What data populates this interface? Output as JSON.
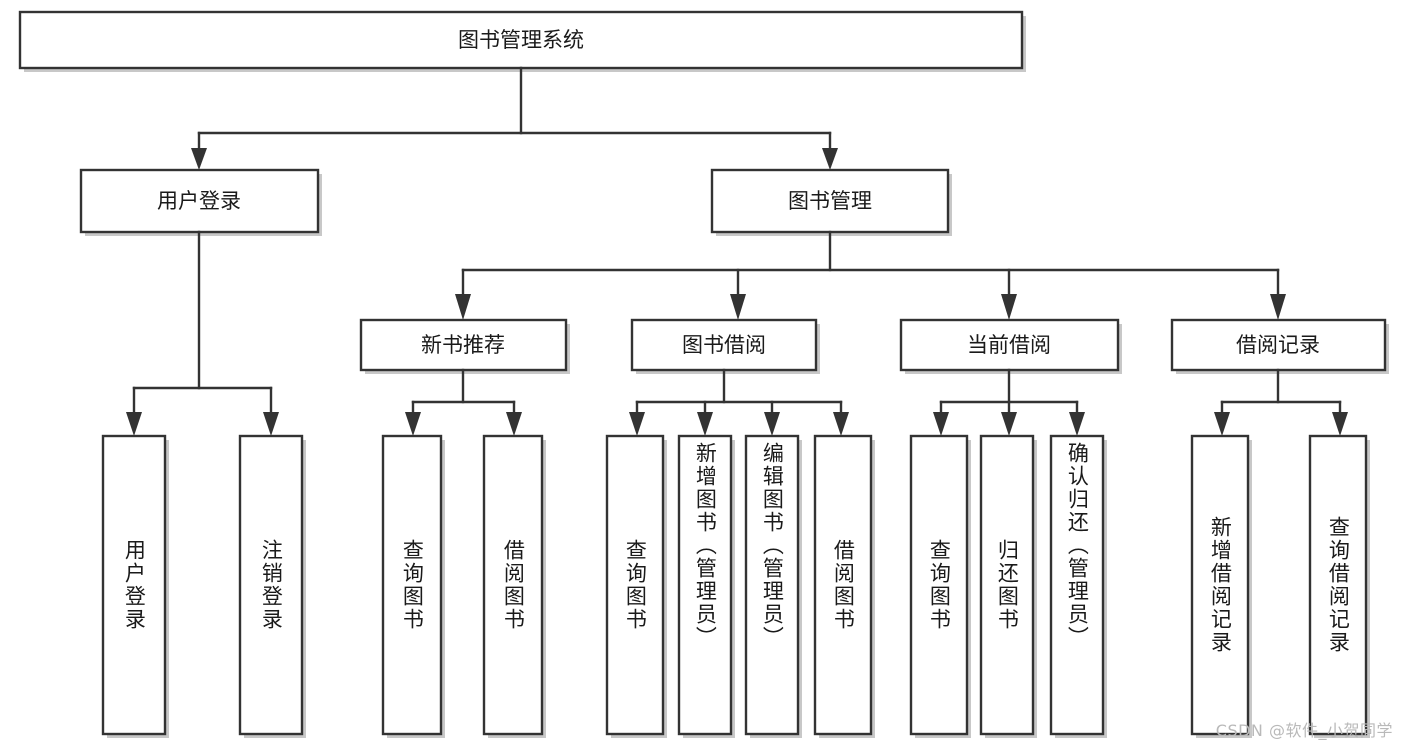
{
  "diagram": {
    "kind": "functional-structure-tree",
    "root": {
      "id": "root",
      "label": "图书管理系统"
    },
    "level2": [
      {
        "id": "user-login",
        "label": "用户登录"
      },
      {
        "id": "book-manage",
        "label": "图书管理"
      }
    ],
    "level3": [
      {
        "id": "new-book-recommend",
        "label": "新书推荐"
      },
      {
        "id": "book-borrow",
        "label": "图书借阅"
      },
      {
        "id": "current-borrow",
        "label": "当前借阅"
      },
      {
        "id": "borrow-record",
        "label": "借阅记录"
      }
    ],
    "leaves": [
      {
        "id": "leaf-user-login",
        "parent": "user-login",
        "label": "用户登录"
      },
      {
        "id": "leaf-logout-login",
        "parent": "user-login",
        "label": "注销登录"
      },
      {
        "id": "leaf-query-book-1",
        "parent": "new-book-recommend",
        "label": "查询图书"
      },
      {
        "id": "leaf-borrow-book-1",
        "parent": "new-book-recommend",
        "label": "借阅图书"
      },
      {
        "id": "leaf-query-book-2",
        "parent": "book-borrow",
        "label": "查询图书"
      },
      {
        "id": "leaf-add-book",
        "parent": "book-borrow",
        "label": "新增图书（管理员）"
      },
      {
        "id": "leaf-edit-book",
        "parent": "book-borrow",
        "label": "编辑图书（管理员）"
      },
      {
        "id": "leaf-borrow-book-2",
        "parent": "book-borrow",
        "label": "借阅图书"
      },
      {
        "id": "leaf-query-book-3",
        "parent": "current-borrow",
        "label": "查询图书"
      },
      {
        "id": "leaf-return-book",
        "parent": "current-borrow",
        "label": "归还图书"
      },
      {
        "id": "leaf-confirm-return",
        "parent": "current-borrow",
        "label": "确认归还（管理员）"
      },
      {
        "id": "leaf-add-record",
        "parent": "borrow-record",
        "label": "新增借阅记录"
      },
      {
        "id": "leaf-query-record",
        "parent": "borrow-record",
        "label": "查询借阅记录"
      }
    ]
  },
  "watermark": {
    "text": "CSDN @软件_小贺同学"
  },
  "colors": {
    "box_stroke": "#333333",
    "box_fill": "#ffffff",
    "text": "#1a1a1a",
    "shadow": "#9a9a9a",
    "watermark": "#b9b9b9",
    "background": "#ffffff"
  }
}
